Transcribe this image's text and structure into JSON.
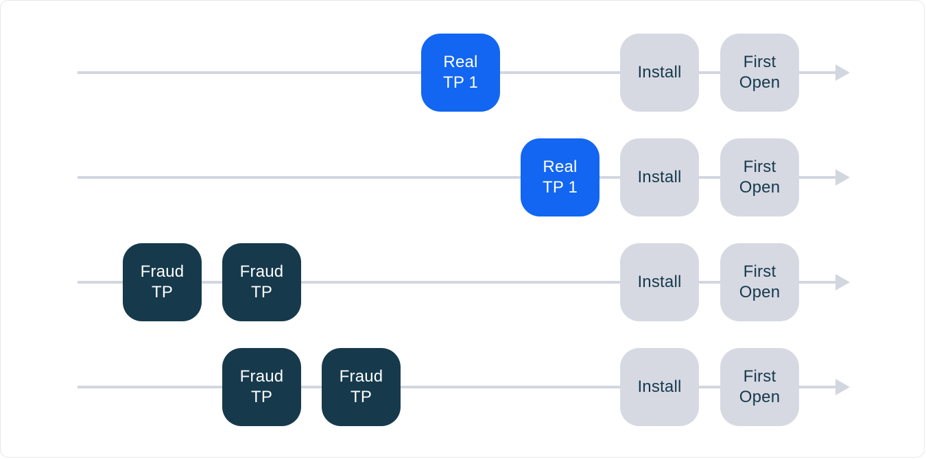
{
  "colors": {
    "real_tp_blue": "#1266F1",
    "fraud_tp_navy": "#16394C",
    "step_gray": "#D6D9E2",
    "timeline_line": "#D2D6DF",
    "text_on_dark": "#FFFFFF",
    "text_on_gray": "#16394C",
    "canvas_border": "#E6E8EC",
    "background": "#FFFFFF"
  },
  "rows": [
    {
      "boxes": [
        {
          "label": "Real\nTP 1",
          "type": "real"
        },
        {
          "label": "Install",
          "type": "step"
        },
        {
          "label": "First\nOpen",
          "type": "step"
        }
      ]
    },
    {
      "boxes": [
        {
          "label": "Real\nTP 1",
          "type": "real"
        },
        {
          "label": "Install",
          "type": "step"
        },
        {
          "label": "First\nOpen",
          "type": "step"
        }
      ]
    },
    {
      "boxes": [
        {
          "label": "Fraud\nTP",
          "type": "fraud"
        },
        {
          "label": "Fraud\nTP",
          "type": "fraud"
        },
        {
          "label": "Install",
          "type": "step"
        },
        {
          "label": "First\nOpen",
          "type": "step"
        }
      ]
    },
    {
      "boxes": [
        {
          "label": "Fraud\nTP",
          "type": "fraud"
        },
        {
          "label": "Fraud\nTP",
          "type": "fraud"
        },
        {
          "label": "Install",
          "type": "step"
        },
        {
          "label": "First\nOpen",
          "type": "step"
        }
      ]
    }
  ]
}
